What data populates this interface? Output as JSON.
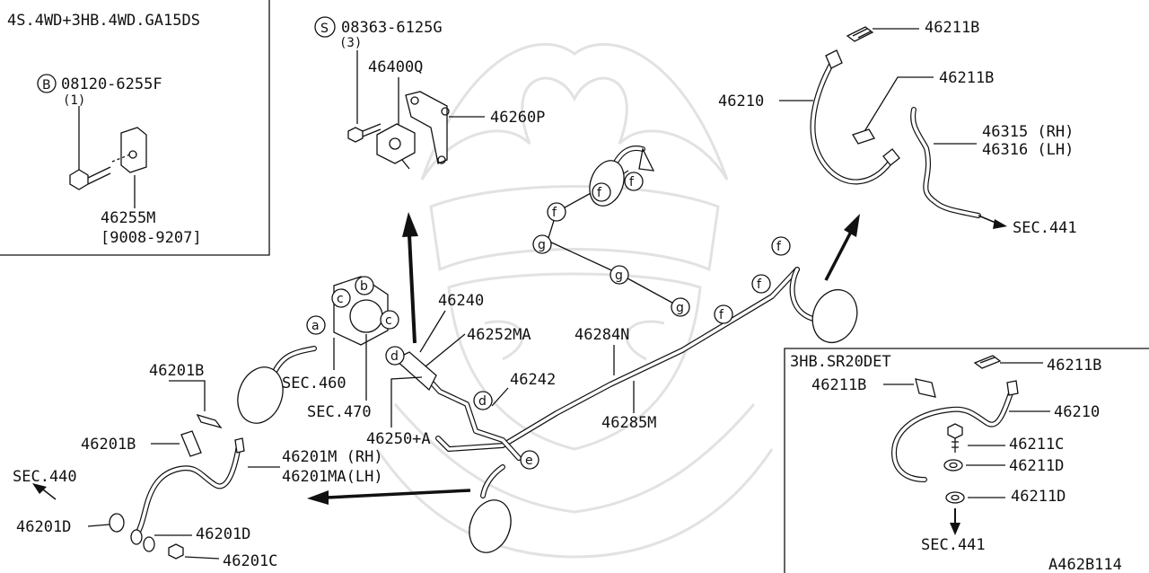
{
  "watermark": "samurai-helmet-watermark",
  "inset_top_left": {
    "title": "4S.4WD+3HB.4WD.GA15DS",
    "bolt_prefix": "B",
    "bolt_code": "08120-6255F",
    "bolt_qty": "(1)",
    "part": "46255M",
    "range": "[9008-9207]"
  },
  "inset_bottom_right": {
    "title": "3HB.SR20DET",
    "labels": [
      "46211B",
      "46211B",
      "46210",
      "46211C",
      "46211D",
      "46211D",
      "SEC.441"
    ]
  },
  "screw": {
    "prefix": "S",
    "code": "08363-6125G",
    "qty": "(3)"
  },
  "labels": {
    "p46400Q": "46400Q",
    "p46260P": "46260P",
    "p46211B_a": "46211B",
    "p46211B_b": "46211B",
    "p46210": "46210",
    "p46315": "46315 (RH)",
    "p46316": "46316 (LH)",
    "sec441": "SEC.441",
    "p46240": "46240",
    "p46252MA": "46252MA",
    "p46284N": "46284N",
    "p46242": "46242",
    "p46285M": "46285M",
    "p46250A": "46250+A",
    "sec460": "SEC.460",
    "sec470": "SEC.470",
    "p46201B_a": "46201B",
    "p46201B_b": "46201B",
    "p46201M": "46201M  (RH)",
    "p46201MA": "46201MA(LH)",
    "sec440": "SEC.440",
    "p46201D_a": "46201D",
    "p46201D_b": "46201D",
    "p46201C": "46201C",
    "code": "A462B114"
  },
  "callouts": {
    "a": "a",
    "b": "b",
    "c": "c",
    "d": "d",
    "e": "e",
    "f": "f",
    "g": "g"
  }
}
